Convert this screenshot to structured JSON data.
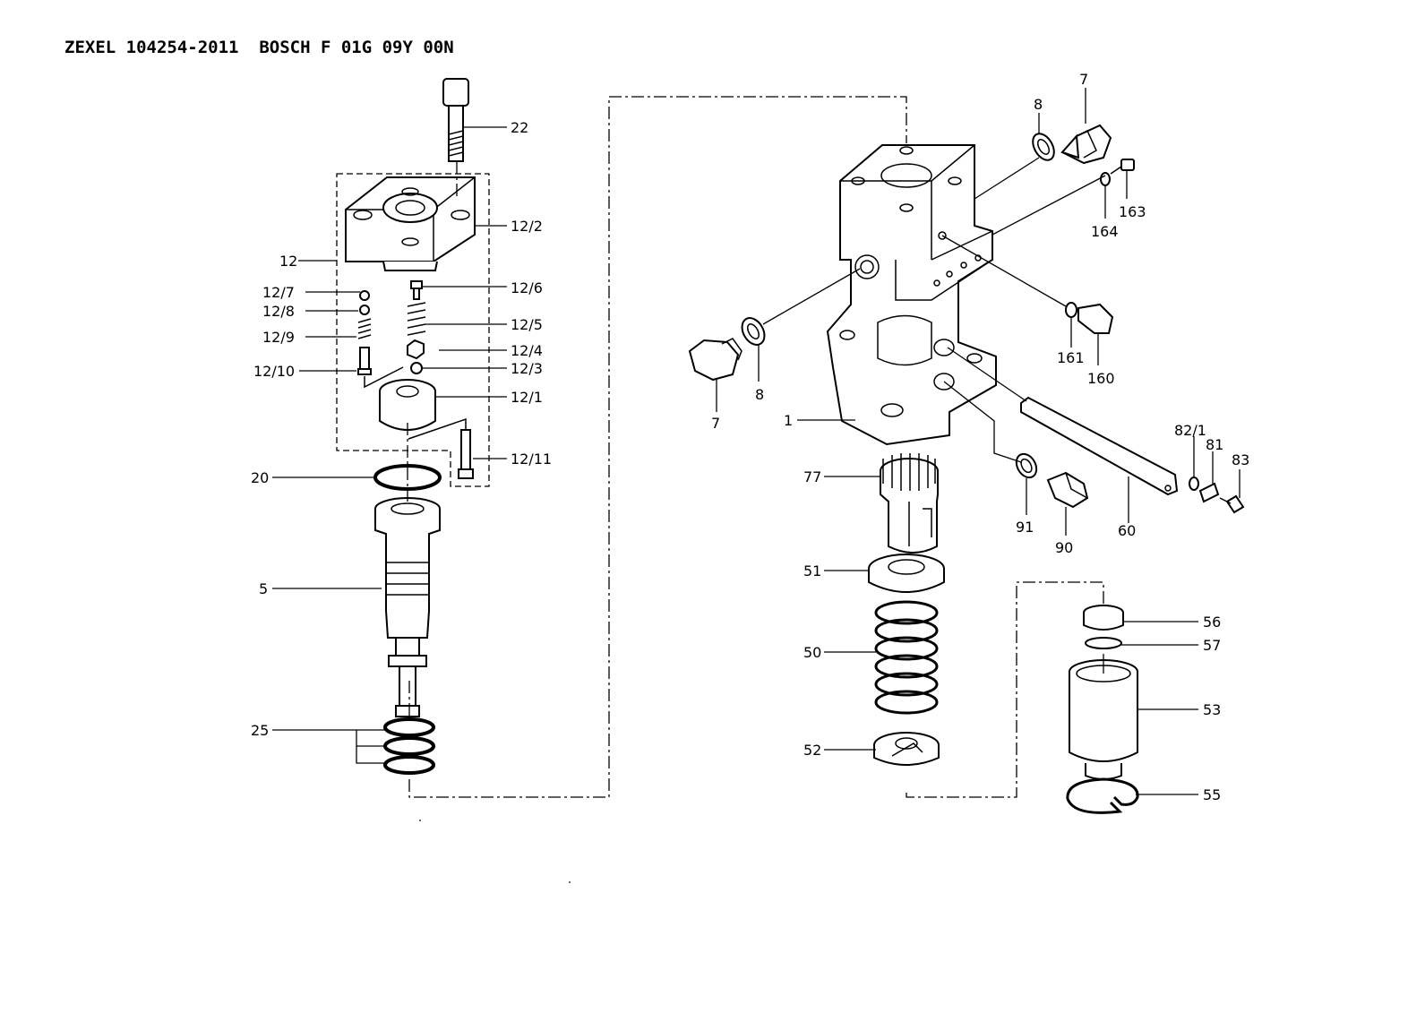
{
  "title": "ZEXEL 104254-2011  BOSCH F 01G 09Y 00N",
  "labels": {
    "p22": "22",
    "p12_2": "12/2",
    "p12": "12",
    "p12_7": "12/7",
    "p12_6": "12/6",
    "p12_8": "12/8",
    "p12_5": "12/5",
    "p12_9": "12/9",
    "p12_4": "12/4",
    "p12_10": "12/10",
    "p12_3": "12/3",
    "p12_1": "12/1",
    "p12_11": "12/11",
    "p20": "20",
    "p5": "5",
    "p25": "25",
    "p8a": "8",
    "p7a": "7",
    "p164": "164",
    "p163": "163",
    "p161": "161",
    "p160": "160",
    "p8b": "8",
    "p7b": "7",
    "p1": "1",
    "p82_1": "82/1",
    "p81": "81",
    "p83": "83",
    "p77": "77",
    "p91": "91",
    "p90": "90",
    "p60": "60",
    "p51": "51",
    "p56": "56",
    "p57": "57",
    "p50": "50",
    "p53": "53",
    "p52": "52",
    "p55": "55"
  }
}
